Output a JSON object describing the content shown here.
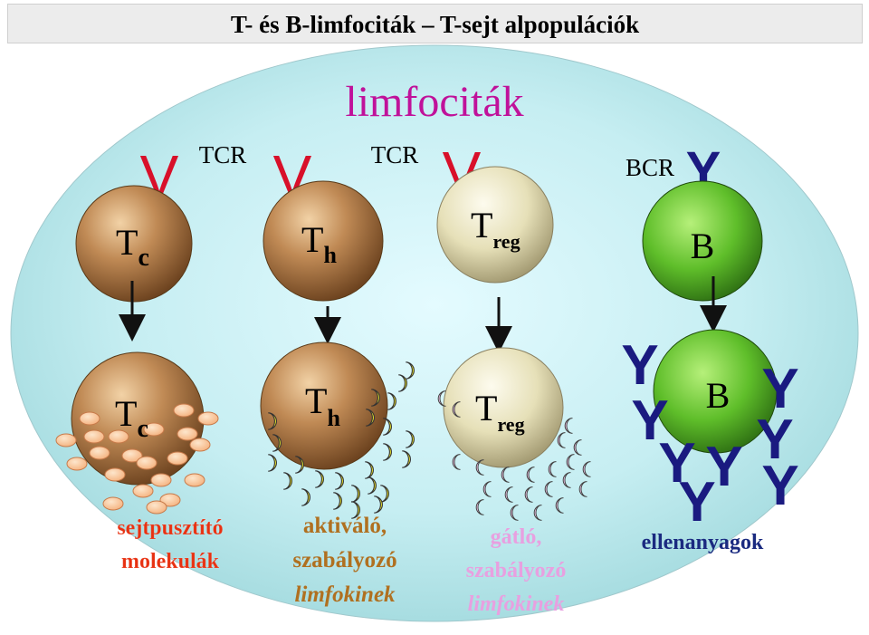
{
  "title": "T- és B-limfociták – T-sejt alpopulációk",
  "heading": "limfociták",
  "receptors": {
    "tcr_1": "TCR",
    "tcr_2": "TCR",
    "bcr": "BCR"
  },
  "cells_top": [
    {
      "id": "tc",
      "main": "T",
      "sub": "c"
    },
    {
      "id": "th",
      "main": "T",
      "sub": "h"
    },
    {
      "id": "treg",
      "main": "T",
      "sub": "reg"
    },
    {
      "id": "b",
      "main": "B",
      "sub": ""
    }
  ],
  "cells_bottom": [
    {
      "id": "tc",
      "main": "T",
      "sub": "c"
    },
    {
      "id": "th",
      "main": "T",
      "sub": "h"
    },
    {
      "id": "treg",
      "main": "T",
      "sub": "reg"
    },
    {
      "id": "b",
      "main": "B",
      "sub": ""
    }
  ],
  "captions": {
    "tc": {
      "line1": "sejtpusztító",
      "line2": "molekulák"
    },
    "th": {
      "line1": "aktiváló,",
      "line2": "szabályozó",
      "line3": "limfokinek"
    },
    "treg": {
      "line1": "gátló,",
      "line2": "szabályozó",
      "line3": "limfokinek"
    },
    "b": {
      "line1": "ellenanyagok"
    }
  },
  "colors": {
    "background_oval": "#bfe8ec",
    "heading": "#c0129a",
    "receptor_v": "#d8102a",
    "receptor_y": "#1a1a80",
    "tc_caption": "#e83010",
    "th_caption": "#b07020",
    "treg_caption": "#e8a0e0",
    "b_caption": "#1a2a80"
  }
}
